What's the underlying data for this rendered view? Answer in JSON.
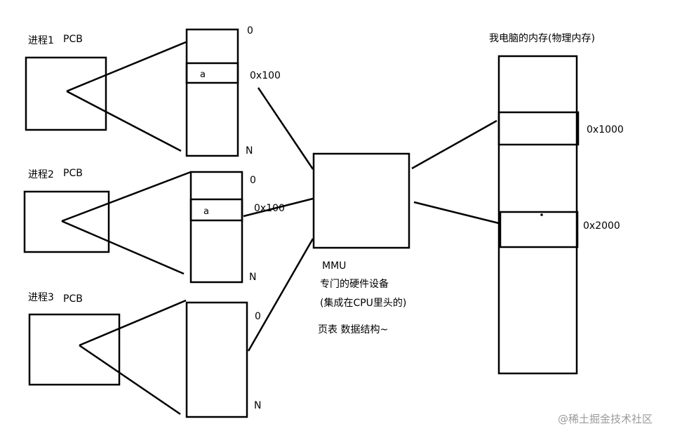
{
  "processes": [
    {
      "label": "进程1",
      "pcb": "PCB",
      "start": "0",
      "entry": "a",
      "addr": "0x100",
      "end": "N"
    },
    {
      "label": "进程2",
      "pcb": "PCB",
      "start": "0",
      "entry": "a",
      "addr": "0x100",
      "end": "N"
    },
    {
      "label": "进程3",
      "pcb": "PCB",
      "start": "0",
      "end": "N"
    }
  ],
  "mmu": {
    "name": "MMU",
    "description": "专门的硬件设备",
    "note": "(集成在CPU里头的)",
    "page_table": "页表 数据结构~"
  },
  "memory": {
    "title": "我电脑的内存(物理内存)",
    "addr_1": "0x1000",
    "addr_2": "0x2000"
  },
  "watermark": "@稀土掘金技术社区"
}
